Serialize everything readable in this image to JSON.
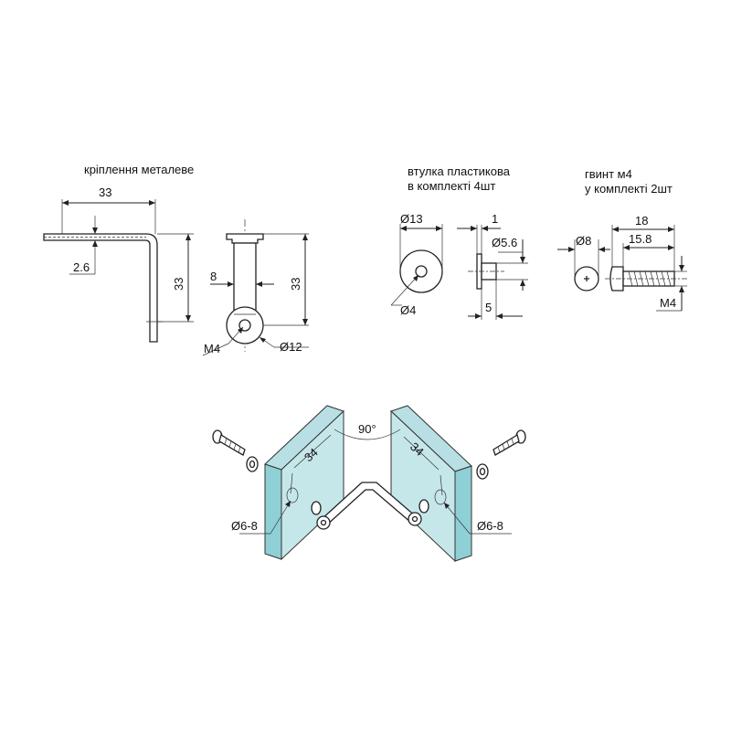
{
  "labels": {
    "bracket_title": "кріплення металеве",
    "bushing_title_1": "втулка пластикова",
    "bushing_title_2": "в комплекті 4шт",
    "screw_title_1": "гвинт м4",
    "screw_title_2": "у комплекті 2шт"
  },
  "dimensions": {
    "bracket_width": "33",
    "bracket_thickness": "2.6",
    "bracket_height": "33",
    "bracket_front_height": "33",
    "bracket_slot": "8",
    "bracket_thread": "M4",
    "bracket_eye": "Ø12",
    "bushing_outer": "Ø13",
    "bushing_inner": "Ø4",
    "bushing_flange": "1",
    "bushing_shank": "Ø5.6",
    "bushing_length": "5",
    "screw_head": "Ø8",
    "screw_total": "18",
    "screw_shank": "15.8",
    "screw_thread": "M4"
  },
  "assembly": {
    "angle": "90°",
    "left_offset": "34",
    "right_offset": "34",
    "left_hole": "Ø6-8",
    "right_hole": "Ø6-8"
  },
  "colors": {
    "glass": "#8fcfd6",
    "line": "#222222"
  }
}
